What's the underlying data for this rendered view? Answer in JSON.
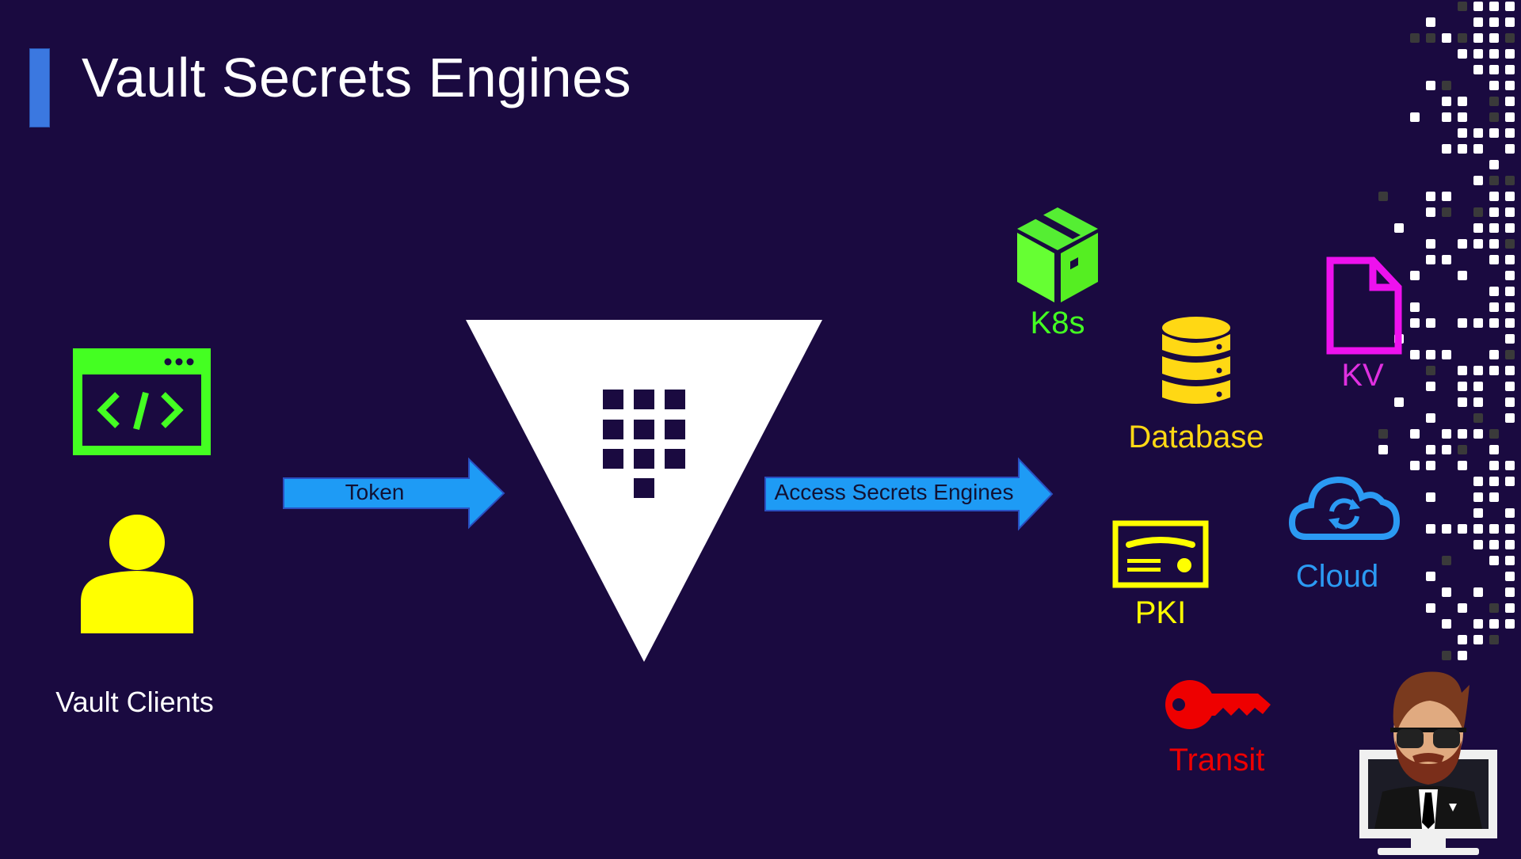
{
  "title": "Vault Secrets Engines",
  "colors": {
    "background": "#1a0a40",
    "title_accent": "#3b78e0",
    "arrow": "#1e9bf5",
    "green": "#44ff22",
    "yellow": "#ffff00",
    "gold": "#ffd814",
    "magenta": "#ee22ee",
    "blue": "#2b9af3",
    "red": "#ee0000",
    "white": "#ffffff"
  },
  "clients": {
    "label": "Vault Clients",
    "icons": [
      "code-window-icon",
      "user-icon"
    ]
  },
  "arrows": {
    "token": "Token",
    "access": "Access Secrets Engines"
  },
  "vault": {
    "icon": "vault-logo-icon"
  },
  "engines": [
    {
      "id": "k8s",
      "label": "K8s",
      "icon": "package-box-icon",
      "color": "#44ff22"
    },
    {
      "id": "database",
      "label": "Database",
      "icon": "database-icon",
      "color": "#ffd814"
    },
    {
      "id": "kv",
      "label": "KV",
      "icon": "document-icon",
      "color": "#ee22ee"
    },
    {
      "id": "pki",
      "label": "PKI",
      "icon": "certificate-icon",
      "color": "#ffff00"
    },
    {
      "id": "cloud",
      "label": "Cloud",
      "icon": "cloud-sync-icon",
      "color": "#2b9af3"
    },
    {
      "id": "transit",
      "label": "Transit",
      "icon": "key-icon",
      "color": "#ee0000"
    }
  ],
  "presenter": {
    "icon": "presenter-avatar-icon"
  }
}
